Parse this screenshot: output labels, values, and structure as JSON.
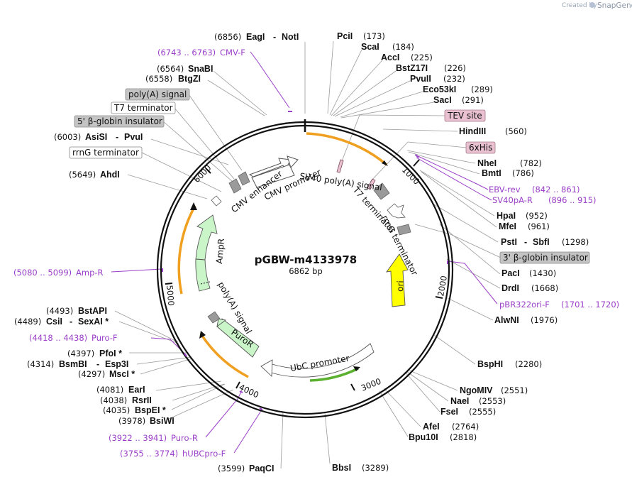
{
  "brand": {
    "created_by": "Created by",
    "name": "SnapGene"
  },
  "plasmid": {
    "name": "pGBW-m4133978",
    "length": "6862 bp"
  },
  "ticks": [
    "1000",
    "2000",
    "3000",
    "4000",
    "5000",
    "6000"
  ],
  "enzymes": [
    {
      "id": "eagi-noti",
      "name": "EagI",
      "name2": "NotI",
      "pos": "(6856)"
    },
    {
      "id": "snabi",
      "name": "SnaBI",
      "pos": "(6564)"
    },
    {
      "id": "btgzi",
      "name": "BtgZI",
      "pos": "(6558)"
    },
    {
      "id": "asisi-pvui",
      "name": "AsiSI",
      "name2": "PvuI",
      "pos": "(6003)"
    },
    {
      "id": "ahdi",
      "name": "AhdI",
      "pos": "(5649)"
    },
    {
      "id": "bstapi",
      "name": "BstAPI",
      "pos": "(4493)"
    },
    {
      "id": "csii-sexai",
      "name": "CsiI",
      "name2": "SexAI *",
      "pos": "(4489)"
    },
    {
      "id": "pfoi",
      "name": "PfoI *",
      "pos": "(4397)"
    },
    {
      "id": "bsmbi-esp3i",
      "name": "BsmBI",
      "name2": "Esp3I",
      "pos": "(4314)"
    },
    {
      "id": "msci",
      "name": "MscI *",
      "pos": "(4297)"
    },
    {
      "id": "eari",
      "name": "EarI",
      "pos": "(4081)"
    },
    {
      "id": "rsrii",
      "name": "RsrII",
      "pos": "(4038)"
    },
    {
      "id": "bspei",
      "name": "BspEI *",
      "pos": "(4035)"
    },
    {
      "id": "bsiwi",
      "name": "BsiWI",
      "pos": "(3978)"
    },
    {
      "id": "paqci",
      "name": "PaqCI",
      "pos": "(3599)"
    },
    {
      "id": "bbsi",
      "name": "BbsI",
      "pos": "(3289)"
    },
    {
      "id": "pcii",
      "name": "PciI",
      "pos": "(173)"
    },
    {
      "id": "scai",
      "name": "ScaI",
      "pos": "(184)"
    },
    {
      "id": "acci",
      "name": "AccI",
      "pos": "(225)"
    },
    {
      "id": "bstz17i",
      "name": "BstZ17I",
      "pos": "(226)"
    },
    {
      "id": "pvuii",
      "name": "PvuII",
      "pos": "(232)"
    },
    {
      "id": "eco53ki",
      "name": "Eco53kI",
      "pos": "(289)"
    },
    {
      "id": "saci",
      "name": "SacI",
      "pos": "(291)"
    },
    {
      "id": "hindiii",
      "name": "HindIII",
      "pos": "(560)"
    },
    {
      "id": "nhei",
      "name": "NheI",
      "pos": "(782)"
    },
    {
      "id": "bmti",
      "name": "BmtI",
      "pos": "(786)"
    },
    {
      "id": "hpai",
      "name": "HpaI",
      "pos": "(952)"
    },
    {
      "id": "mfei",
      "name": "MfeI",
      "pos": "(961)"
    },
    {
      "id": "psti-sbfi",
      "name": "PstI",
      "name2": "SbfI",
      "pos": "(1298)"
    },
    {
      "id": "paci",
      "name": "PacI",
      "pos": "(1430)"
    },
    {
      "id": "drdi",
      "name": "DrdI",
      "pos": "(1668)"
    },
    {
      "id": "alwni",
      "name": "AlwNI",
      "pos": "(1976)"
    },
    {
      "id": "bsphi",
      "name": "BspHI",
      "pos": "(2280)"
    },
    {
      "id": "ngomiv",
      "name": "NgoMIV",
      "pos": "(2551)"
    },
    {
      "id": "naei",
      "name": "NaeI",
      "pos": "(2553)"
    },
    {
      "id": "fsei",
      "name": "FseI",
      "pos": "(2555)"
    },
    {
      "id": "afei",
      "name": "AfeI",
      "pos": "(2764)"
    },
    {
      "id": "bpu10i",
      "name": "Bpu10I",
      "pos": "(2818)"
    }
  ],
  "primers": [
    {
      "id": "cmv-f",
      "range": "(6743 .. 6763)",
      "name": "CMV-F"
    },
    {
      "id": "amp-r",
      "range": "(5080 .. 5099)",
      "name": "Amp-R"
    },
    {
      "id": "puro-f",
      "range": "(4418 .. 4438)",
      "name": "Puro-F"
    },
    {
      "id": "puro-r",
      "range": "(3922 .. 3941)",
      "name": "Puro-R"
    },
    {
      "id": "hubcpro-f",
      "range": "(3755 .. 3774)",
      "name": "hUBCpro-F"
    },
    {
      "id": "ebv-rev",
      "name": "EBV-rev",
      "range": "(842 .. 861)"
    },
    {
      "id": "sv40pa-r",
      "name": "SV40pA-R",
      "range": "(896 .. 915)"
    },
    {
      "id": "pbr322ori-f",
      "name": "pBR322ori-F",
      "range": "(1701 .. 1720)"
    }
  ],
  "boxed_labels": [
    {
      "id": "polya-signal-box",
      "text": "poly(A) signal"
    },
    {
      "id": "t7-terminator-box",
      "text": "T7 terminator"
    },
    {
      "id": "beta-globin-5-box",
      "text": "5' β-globin insulator"
    },
    {
      "id": "rrng-terminator-box",
      "text": "rrnG terminator"
    },
    {
      "id": "tev-site-box",
      "text": "TEV site"
    },
    {
      "id": "his-box",
      "text": "6xHis"
    },
    {
      "id": "beta-globin-3-box",
      "text": "3' β-globin insulator"
    }
  ],
  "features": {
    "cmv_enhancer": "CMV enhancer",
    "cmv_promoter": "CMV promoter",
    "sv40_polya": "SV40 poly(A) signal",
    "t7_terminator": "T7 terminator",
    "rrng_terminator": "rrnG terminator",
    "ori": "ori",
    "ampr": "AmpR",
    "polya_signal": "poly(A) signal",
    "puror": "PuroR",
    "ubc_promoter": "UbC promoter"
  },
  "colors": {
    "backbone": "#111111",
    "primer": "#9a3fc8",
    "orf_band": "#f0a020",
    "green_band": "#5cb030",
    "ampr_fill": "#c9f5c9",
    "ori_fill": "#ffff00",
    "grey_feature": "#9a9a9a",
    "pink_feature": "#e9c1d0"
  }
}
